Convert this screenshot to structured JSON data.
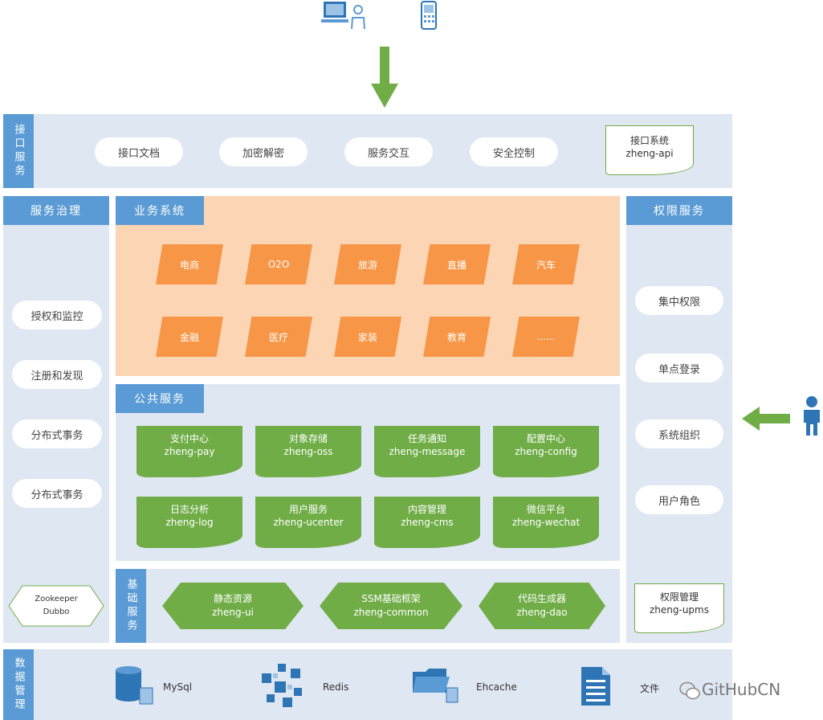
{
  "interface": {
    "tab": "接口服务",
    "pills": [
      "接口文档",
      "加密解密",
      "服务交互",
      "安全控制"
    ],
    "doc": {
      "title": "接口系统",
      "sub": "zheng-api"
    }
  },
  "governance": {
    "tab": "服务治理",
    "pills": [
      "授权和监控",
      "注册和发现",
      "分布式事务",
      "分布式事务"
    ],
    "hex": {
      "line1": "Zookeeper",
      "line2": "Dubbo"
    }
  },
  "business": {
    "tab": "业务系统",
    "items": [
      "电商",
      "O2O",
      "旅游",
      "直播",
      "汽车",
      "金融",
      "医疗",
      "家装",
      "教育",
      "......"
    ]
  },
  "public": {
    "tab": "公共服务",
    "items": [
      {
        "title": "支付中心",
        "sub": "zheng-pay"
      },
      {
        "title": "对象存储",
        "sub": "zheng-oss"
      },
      {
        "title": "任务通知",
        "sub": "zheng-message"
      },
      {
        "title": "配置中心",
        "sub": "zheng-config"
      },
      {
        "title": "日志分析",
        "sub": "zheng-log"
      },
      {
        "title": "用户服务",
        "sub": "zheng-ucenter"
      },
      {
        "title": "内容管理",
        "sub": "zheng-cms"
      },
      {
        "title": "微信平台",
        "sub": "zheng-wechat"
      }
    ]
  },
  "base": {
    "tab": "基础服务",
    "items": [
      {
        "title": "静态资源",
        "sub": "zheng-ui"
      },
      {
        "title": "SSM基础框架",
        "sub": "zheng-common"
      },
      {
        "title": "代码生成器",
        "sub": "zheng-dao"
      }
    ]
  },
  "permission": {
    "tab": "权限服务",
    "pills": [
      "集中权限",
      "单点登录",
      "系统组织",
      "用户角色"
    ],
    "doc": {
      "title": "权限管理",
      "sub": "zheng-upms"
    }
  },
  "data": {
    "tab": "数据管理",
    "items": [
      "MySql",
      "Redis",
      "Ehcache",
      "文件"
    ]
  },
  "watermark": "GitHubCN",
  "colors": {
    "band": "#dfe7f3",
    "tab": "#5b9bd5",
    "orange": "#f79646",
    "green": "#70ad47",
    "arrow": "#70ad47"
  }
}
